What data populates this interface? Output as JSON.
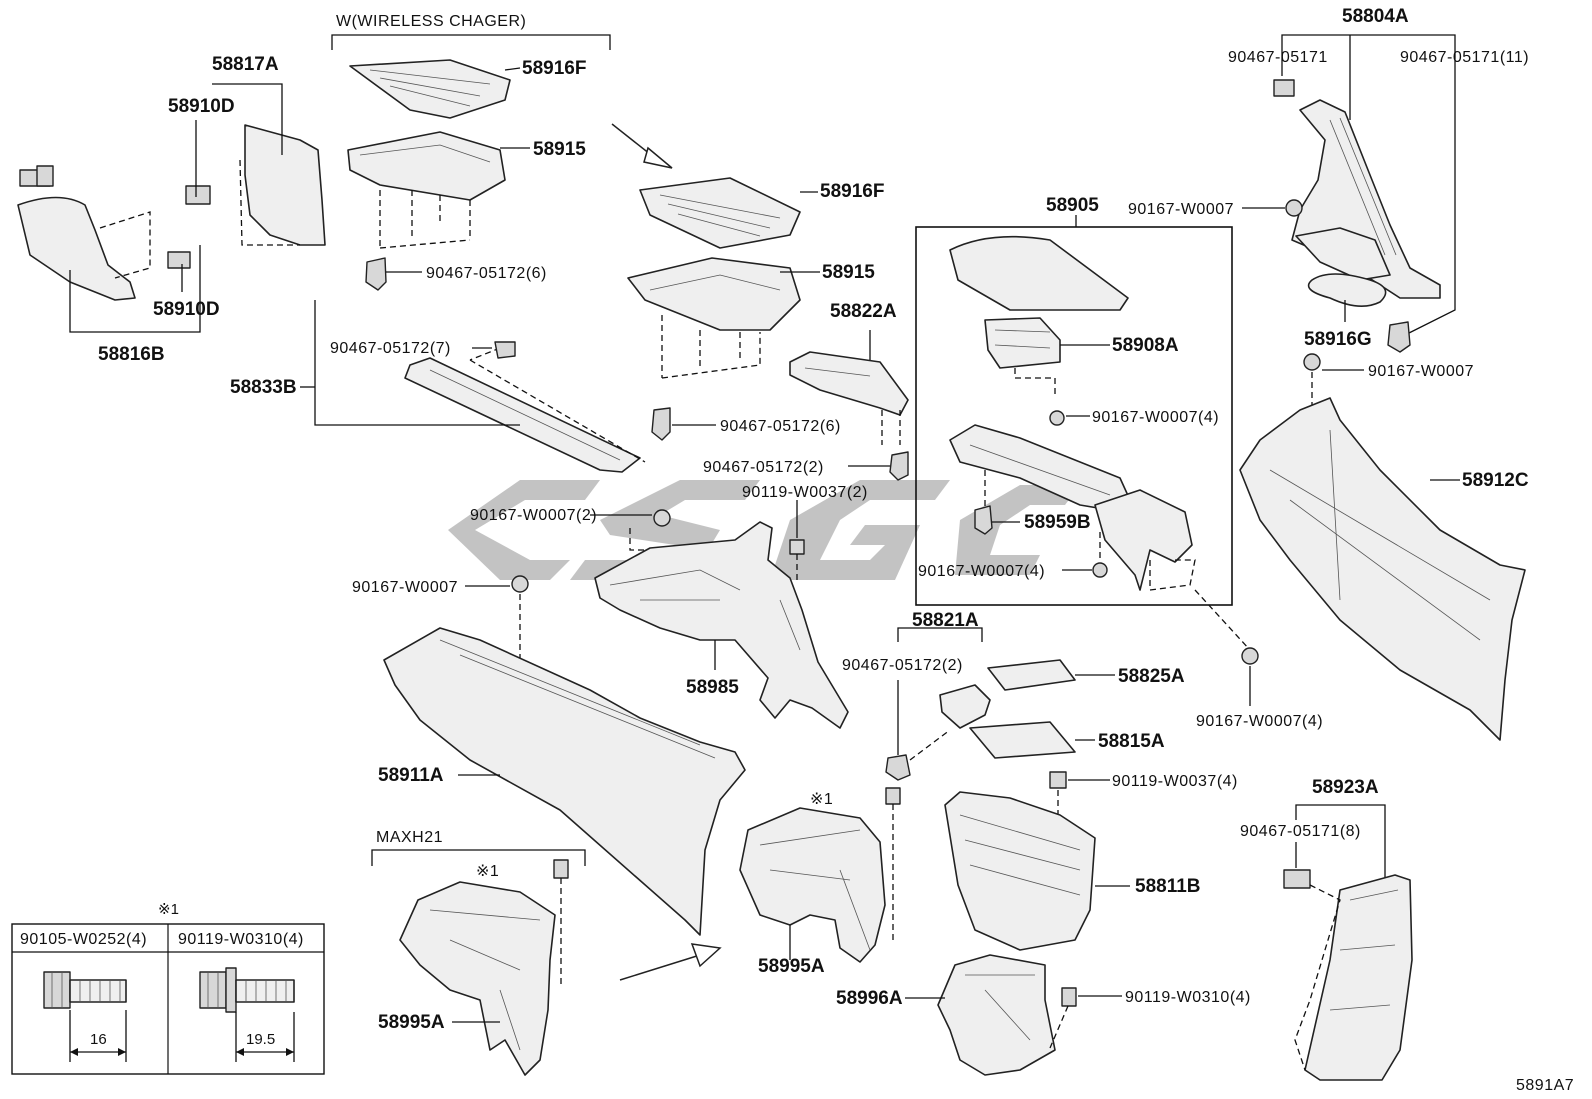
{
  "diagram_code": "5891A7",
  "watermark": "",
  "headers": {
    "wireless_charger": "W(WIRELESS CHAGER)",
    "maxh21": "MAXH21"
  },
  "symbol_note": "※1",
  "labels": {
    "p58817A": "58817A",
    "p58910D_top": "58910D",
    "p58910D_bottom": "58910D",
    "p58816B": "58816B",
    "p58916F_top": "58916F",
    "p58915_top": "58915",
    "p90467_05172_6_top": "90467-05172(6)",
    "p58916F_mid": "58916F",
    "p58915_mid": "58915",
    "p58822A": "58822A",
    "p90467_05172_6_mid": "90467-05172(6)",
    "p90467_05172_2_mid": "90467-05172(2)",
    "p90467_05172_7": "90467-05172(7)",
    "p58833B": "58833B",
    "p90167_W0007_2": "90167-W0007(2)",
    "p90119_W0037_2": "90119-W0037(2)",
    "p90167_W0007_left": "90167-W0007",
    "p58985": "58985",
    "p58911A": "58911A",
    "p58905": "58905",
    "p58908A": "58908A",
    "p90167_W0007_4_box": "90167-W0007(4)",
    "p58959B": "58959B",
    "p90167_W0007_4_box2": "90167-W0007(4)",
    "p58804A": "58804A",
    "p90467_05171": "90467-05171",
    "p90467_05171_11": "90467-05171(11)",
    "p90167_W0007_right": "90167-W0007",
    "p58916G": "58916G",
    "p90167_W0007_right2": "90167-W0007",
    "p58912C": "58912C",
    "p90167_W0007_4_right": "90167-W0007(4)",
    "p58821A": "58821A",
    "p90467_05172_2_b": "90467-05172(2)",
    "p58825A": "58825A",
    "p58815A": "58815A",
    "p90119_W0037_4": "90119-W0037(4)",
    "p58811B": "58811B",
    "p58995A_mid": "58995A",
    "p58996A": "58996A",
    "p90119_W0310_4": "90119-W0310(4)",
    "p58923A": "58923A",
    "p90467_05171_8": "90467-05171(8)",
    "p58995A_left": "58995A",
    "sym_mid": "※1",
    "sym_left": "※1"
  },
  "legend_table": {
    "title": "※1",
    "col1": "90105-W0252(4)",
    "col2": "90119-W0310(4)",
    "dim1": "16",
    "dim2": "19.5"
  },
  "icons": [
    "arrow-icon",
    "bolt-icon",
    "clip-icon"
  ]
}
